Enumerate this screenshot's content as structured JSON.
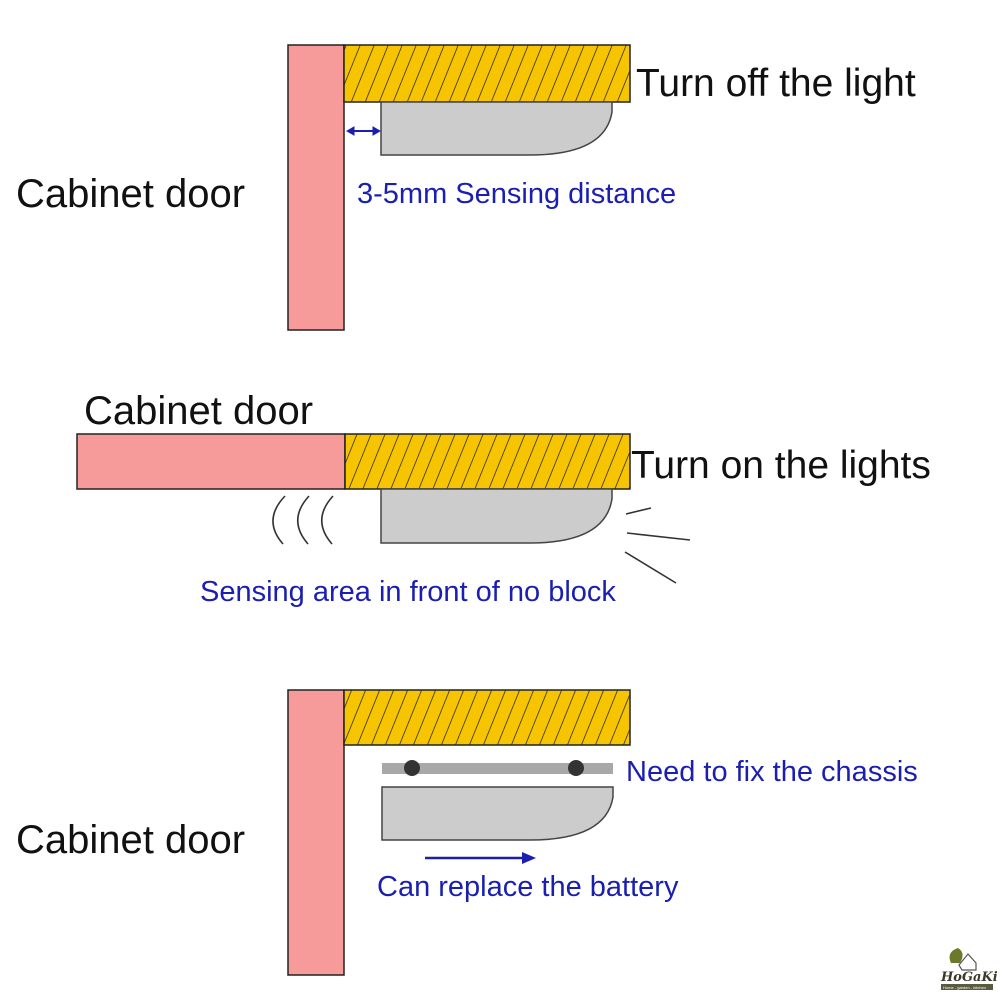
{
  "colors": {
    "door": "#f79a9a",
    "shelf": "#f6c400",
    "light": "#cccccc",
    "outline": "#222222",
    "blue_text": "#1a1fb0"
  },
  "panel1": {
    "door_label": "Cabinet door",
    "state_label": "Turn off the light",
    "distance_label": "3-5mm Sensing distance"
  },
  "panel2": {
    "door_label": "Cabinet door",
    "state_label": "Turn on the lights",
    "sensing_label": "Sensing area in front of no block"
  },
  "panel3": {
    "door_label": "Cabinet door",
    "chassis_label": "Need to fix the chassis",
    "battery_label": "Can replace the battery"
  },
  "logo": {
    "name": "HoGaKi",
    "tagline": "Home - garden - kitchen"
  }
}
